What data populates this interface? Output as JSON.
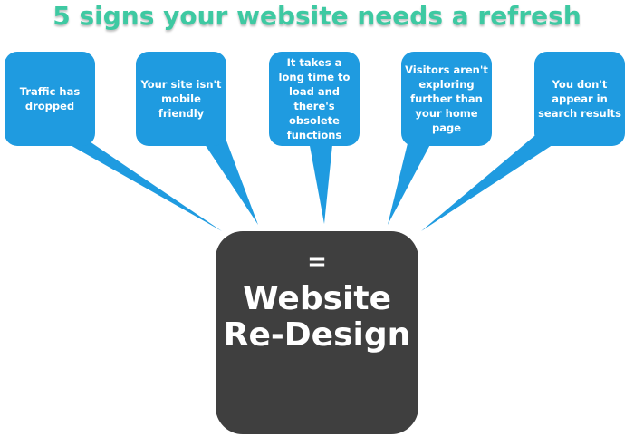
{
  "title": "5 signs your website needs a refresh",
  "colors": {
    "title": "#3ec9a2",
    "bubble": "#1f9be0",
    "center": "#3f3f3f",
    "text": "#ffffff"
  },
  "bubbles": [
    {
      "text": "Traffic has dropped"
    },
    {
      "text": "Your site isn't mobile friendly"
    },
    {
      "text": "It takes a long time to load and there's obsolete functions"
    },
    {
      "text": "Visitors aren't exploring further than your home page"
    },
    {
      "text": "You don't appear in search results"
    }
  ],
  "center": {
    "equals": "=",
    "line1": "Website",
    "line2": "Re-Design"
  }
}
